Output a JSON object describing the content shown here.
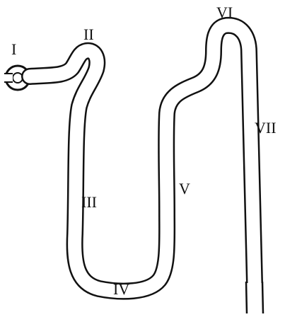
{
  "figure": {
    "labels": {
      "I": "I",
      "II": "II",
      "III": "III",
      "IV": "IV",
      "V": "V",
      "VI": "VI",
      "VII": "VII"
    },
    "colors": {
      "line": "#111111",
      "background": "#ffffff"
    }
  }
}
